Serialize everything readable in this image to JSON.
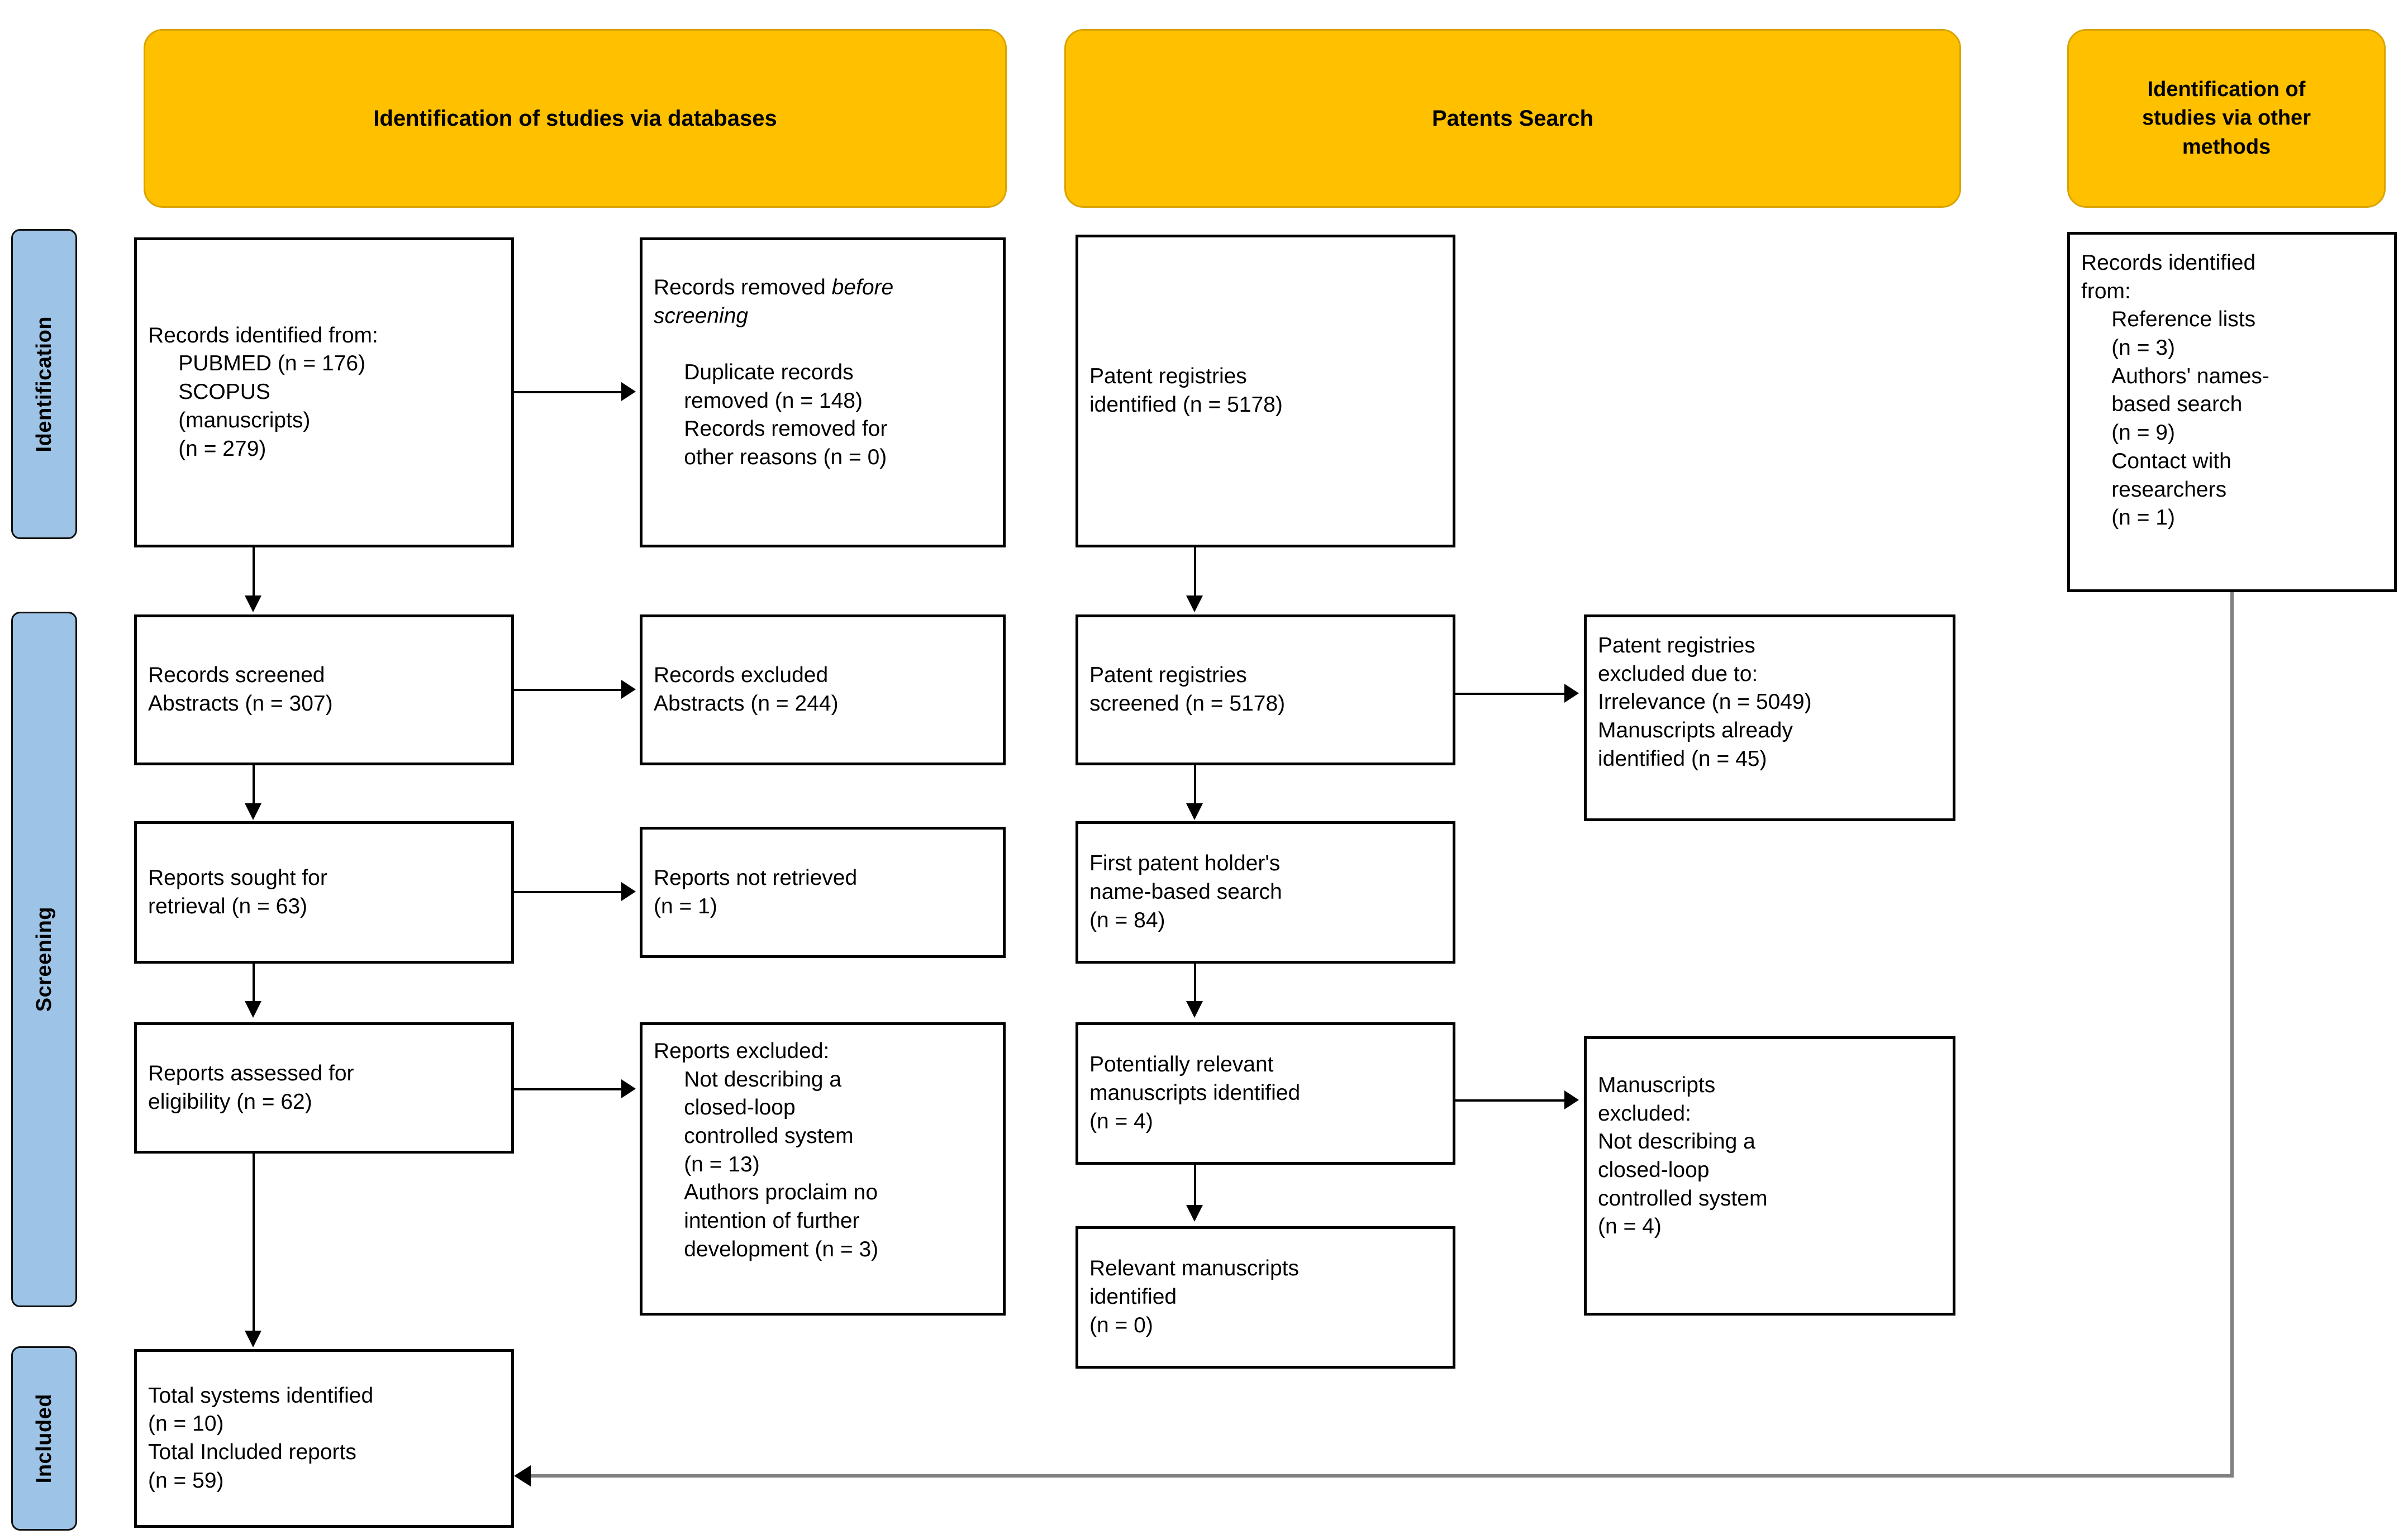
{
  "colors": {
    "header_fill": "#FFC000",
    "header_border": "#D9A400",
    "stage_label_fill": "#9DC3E6",
    "box_border": "#000000",
    "connector": "#000000",
    "other_methods_connector": "#808080"
  },
  "headers": {
    "databases": "Identification of studies via databases",
    "patents": "Patents Search",
    "other_methods": "Identification of\nstudies via other\nmethods"
  },
  "stage_labels": {
    "identification": "Identification",
    "screening": "Screening",
    "included": "Included"
  },
  "databases_column": {
    "records_identified": "Records identified from:\n     PUBMED (n = 176)\n     SCOPUS\n     (manuscripts)\n     (n = 279)",
    "records_removed_line1": "Records removed ",
    "records_removed_italic1": "before",
    "records_removed_italic2": "screening",
    "records_removed_colon": ":",
    "records_removed_rest": "\n     Duplicate records\n     removed (n = 148)\n     Records removed for\n     other reasons (n = 0)",
    "records_screened": "Records screened\nAbstracts (n = 307)",
    "records_excluded": "Records excluded\nAbstracts (n = 244)",
    "reports_sought": "Reports sought for\nretrieval (n = 63)",
    "reports_not_retrieved": "Reports not retrieved\n(n = 1)",
    "reports_assessed": "Reports assessed for\neligibility (n = 62)",
    "reports_excluded": "Reports excluded:\n     Not describing a\n     closed-loop\n     controlled system\n     (n = 13)\n     Authors proclaim no\n     intention of further\n     development (n = 3)",
    "total_included": "Total systems identified\n(n = 10)\nTotal Included reports\n(n = 59)"
  },
  "patents_column": {
    "registries_identified": "Patent registries\nidentified (n = 5178)",
    "registries_screened": "Patent registries\nscreened (n = 5178)",
    "registries_excluded": "Patent registries\nexcluded due to:\nIrrelevance (n = 5049)\nManuscripts already\nidentified (n = 45)",
    "first_holder_search": "First patent holder's\nname-based search\n(n = 84)",
    "potentially_relevant": "Potentially relevant\nmanuscripts identified\n(n = 4)",
    "manuscripts_excluded": "Manuscripts\nexcluded:\nNot describing a\nclosed-loop\ncontrolled system\n(n = 4)",
    "relevant_manuscripts": "Relevant manuscripts\nidentified\n(n = 0)"
  },
  "other_methods_column": {
    "records_identified": "Records identified\nfrom:\n     Reference lists\n     (n = 3)\n     Authors' names-\n     based search\n     (n = 9)\n     Contact with\n     researchers\n     (n = 1)"
  },
  "chart_data": {
    "type": "table",
    "title": "PRISMA 2020 flow diagram",
    "nodes": [
      {
        "id": "records_identified",
        "column": "databases",
        "stage": "Identification",
        "label": "Records identified from: PUBMED / SCOPUS (manuscripts)",
        "counts": {
          "PUBMED": 176,
          "SCOPUS_manuscripts": 279
        }
      },
      {
        "id": "records_removed",
        "column": "databases",
        "stage": "Identification",
        "label": "Records removed before screening",
        "counts": {
          "duplicate_records_removed": 148,
          "removed_other_reasons": 0
        }
      },
      {
        "id": "records_screened",
        "column": "databases",
        "stage": "Screening",
        "label": "Records screened Abstracts",
        "counts": {
          "n": 307
        }
      },
      {
        "id": "records_excluded",
        "column": "databases",
        "stage": "Screening",
        "label": "Records excluded Abstracts",
        "counts": {
          "n": 244
        }
      },
      {
        "id": "reports_sought",
        "column": "databases",
        "stage": "Screening",
        "label": "Reports sought for retrieval",
        "counts": {
          "n": 63
        }
      },
      {
        "id": "reports_not_retrieved",
        "column": "databases",
        "stage": "Screening",
        "label": "Reports not retrieved",
        "counts": {
          "n": 1
        }
      },
      {
        "id": "reports_assessed",
        "column": "databases",
        "stage": "Screening",
        "label": "Reports assessed for eligibility",
        "counts": {
          "n": 62
        }
      },
      {
        "id": "reports_excluded",
        "column": "databases",
        "stage": "Screening",
        "label": "Reports excluded",
        "counts": {
          "not_closed_loop": 13,
          "no_intention_further_development": 3
        }
      },
      {
        "id": "total_included",
        "column": "databases",
        "stage": "Included",
        "label": "Total systems identified / Total Included reports",
        "counts": {
          "total_systems": 10,
          "total_included_reports": 59
        }
      },
      {
        "id": "registries_identified",
        "column": "patents",
        "stage": "Identification",
        "label": "Patent registries identified",
        "counts": {
          "n": 5178
        }
      },
      {
        "id": "registries_screened",
        "column": "patents",
        "stage": "Screening",
        "label": "Patent registries screened",
        "counts": {
          "n": 5178
        }
      },
      {
        "id": "registries_excluded",
        "column": "patents",
        "stage": "Screening",
        "label": "Patent registries excluded due to",
        "counts": {
          "irrelevance": 5049,
          "manuscripts_already_identified": 45
        }
      },
      {
        "id": "first_holder_search",
        "column": "patents",
        "stage": "Screening",
        "label": "First patent holder's name-based search",
        "counts": {
          "n": 84
        }
      },
      {
        "id": "potentially_relevant",
        "column": "patents",
        "stage": "Screening",
        "label": "Potentially relevant manuscripts identified",
        "counts": {
          "n": 4
        }
      },
      {
        "id": "manuscripts_excluded",
        "column": "patents",
        "stage": "Screening",
        "label": "Manuscripts excluded: not describing a closed-loop controlled system",
        "counts": {
          "n": 4
        }
      },
      {
        "id": "relevant_manuscripts",
        "column": "patents",
        "stage": "Screening",
        "label": "Relevant manuscripts identified",
        "counts": {
          "n": 0
        }
      },
      {
        "id": "other_records_identified",
        "column": "other_methods",
        "stage": "Identification",
        "label": "Records identified from other methods",
        "counts": {
          "reference_lists": 3,
          "authors_names_based_search": 9,
          "contact_with_researchers": 1
        }
      }
    ],
    "edges": [
      {
        "from": "records_identified",
        "to": "records_removed"
      },
      {
        "from": "records_identified",
        "to": "records_screened"
      },
      {
        "from": "records_screened",
        "to": "records_excluded"
      },
      {
        "from": "records_screened",
        "to": "reports_sought"
      },
      {
        "from": "reports_sought",
        "to": "reports_not_retrieved"
      },
      {
        "from": "reports_sought",
        "to": "reports_assessed"
      },
      {
        "from": "reports_assessed",
        "to": "reports_excluded"
      },
      {
        "from": "reports_assessed",
        "to": "total_included"
      },
      {
        "from": "registries_identified",
        "to": "registries_screened"
      },
      {
        "from": "registries_screened",
        "to": "registries_excluded"
      },
      {
        "from": "registries_screened",
        "to": "first_holder_search"
      },
      {
        "from": "first_holder_search",
        "to": "potentially_relevant"
      },
      {
        "from": "potentially_relevant",
        "to": "manuscripts_excluded"
      },
      {
        "from": "potentially_relevant",
        "to": "relevant_manuscripts"
      },
      {
        "from": "other_records_identified",
        "to": "total_included"
      }
    ]
  }
}
